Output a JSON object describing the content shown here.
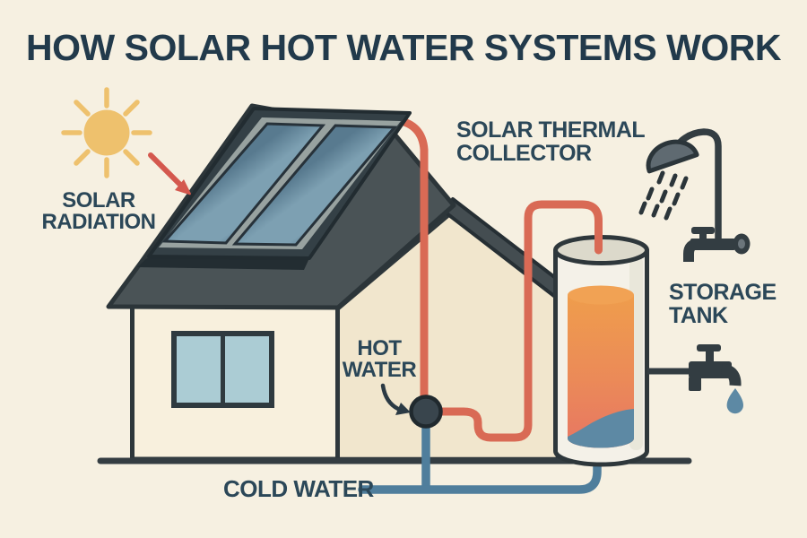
{
  "title": "HOW SOLAR HOT WATER SYSTEMS WORK",
  "labels": {
    "solar_radiation": "SOLAR\nRADIATION",
    "solar_thermal_collector": "SOLAR THERMAL\nCOLLECTOR",
    "hot_water": "HOT\nWATER",
    "storage_tank": "STORAGE\nTANK",
    "cold_water": "COLD WATER"
  },
  "colors": {
    "background": "#f6f0e1",
    "title_text": "#223a4b",
    "label_text": "#2b4758",
    "sun": "#eec16d",
    "radiation_arrow": "#d4584e",
    "hot_pipe": "#d96a55",
    "cold_pipe": "#4f7e9c",
    "roof": "#4a5356",
    "panel_frame": "#344046",
    "panel_glass": "#57798e",
    "wall_front": "#f8f0dd",
    "wall_side": "#f1e6cd",
    "window": "#abccd4",
    "junction": "#39454d",
    "fixture": "#333d42",
    "tank_hot_top": "#ef9d4c",
    "tank_hot_bottom": "#e77663",
    "tank_cold": "#5d89a4"
  },
  "icons": {
    "sun": "sun-icon",
    "radiation_arrow": "arrow-down-right-icon",
    "shower": "shower-head-icon",
    "wall_tap": "faucet-icon",
    "tank_tap": "faucet-icon",
    "water_drop": "droplet-icon",
    "pump_junction": "pump-junction-icon"
  }
}
